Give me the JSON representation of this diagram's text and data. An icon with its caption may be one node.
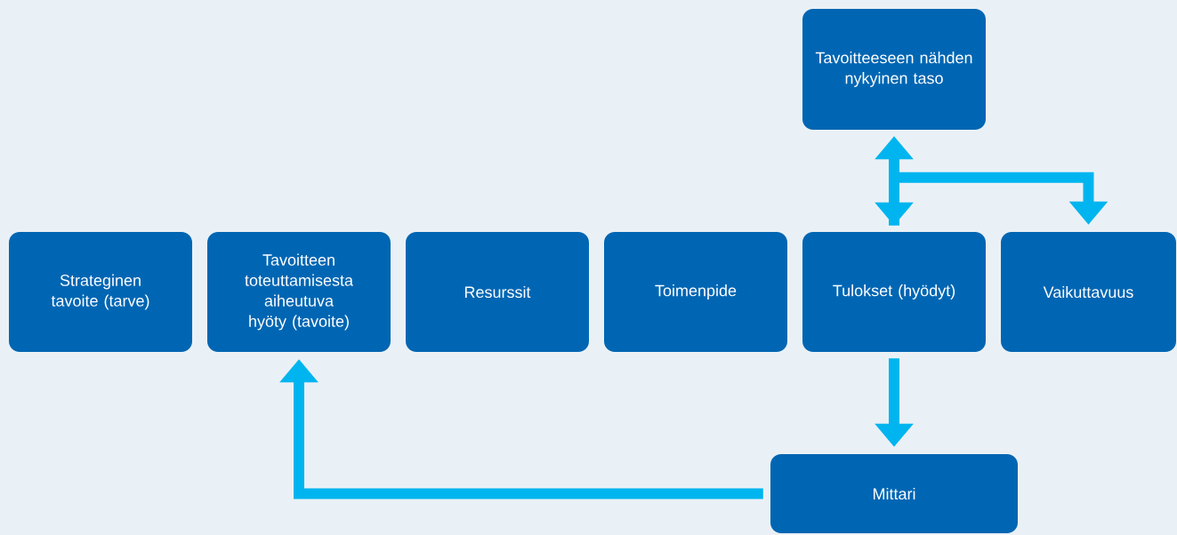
{
  "diagram": {
    "nodes": [
      {
        "text": [
          "Strateginen tavoite (tarve)"
        ]
      },
      {
        "text": [
          "Tavoitteen toteuttamisesta aiheutuva hyöty (tavoite)"
        ]
      },
      {
        "text": [
          "Resurssit"
        ]
      },
      {
        "text": [
          "Toimenpide"
        ]
      },
      {
        "text": [
          "Tulokset (hyödyt)"
        ]
      },
      {
        "text": [
          "Vaikuttavuus"
        ]
      },
      {
        "text": [
          "Tavoitteeseen nähden nykyinen taso"
        ]
      },
      {
        "text": [
          "Mittari"
        ]
      }
    ],
    "edges": [
      {
        "from": 4,
        "to": 6,
        "arrow": "both"
      },
      {
        "from": 4,
        "to": 5,
        "arrow": "to"
      },
      {
        "from": 4,
        "to": 7,
        "arrow": "to"
      },
      {
        "from": 7,
        "to": 1,
        "arrow": "to"
      }
    ]
  }
}
